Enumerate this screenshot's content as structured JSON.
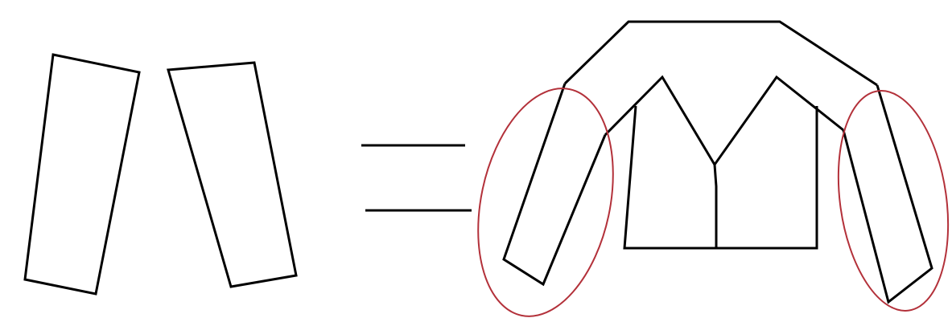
{
  "colors": {
    "background": "#ffffff",
    "line": "#000000",
    "highlight": "#b3313a"
  },
  "diagram": {
    "left_side": {
      "shapes": [
        "left-rectangle",
        "right-rectangle"
      ]
    },
    "operator": "equals-sign",
    "right_side": {
      "shapes": [
        "garment-outline",
        "left-sleeve-piece",
        "right-sleeve-piece"
      ],
      "highlights": [
        "left-sleeve-highlight-ellipse",
        "right-sleeve-highlight-ellipse"
      ]
    }
  }
}
